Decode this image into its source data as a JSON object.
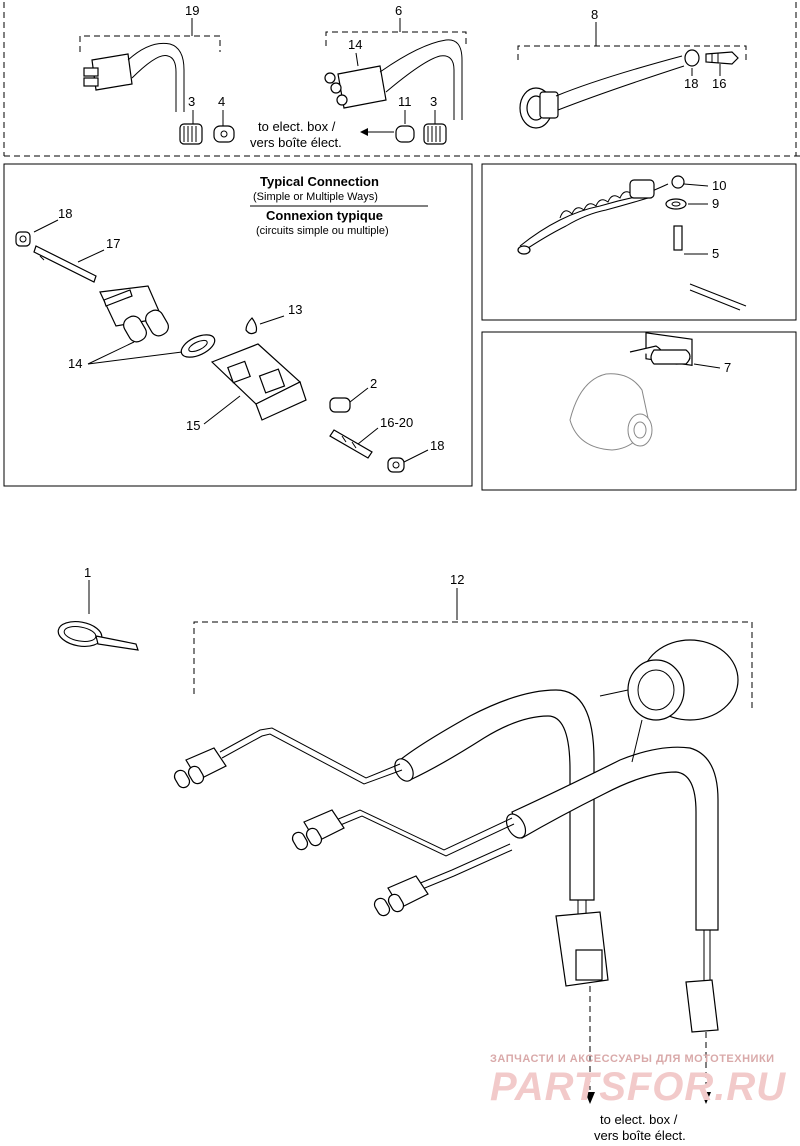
{
  "callouts": {
    "c19": "19",
    "c6": "6",
    "c14a": "14",
    "c8": "8",
    "c3a": "3",
    "c4": "4",
    "c11": "11",
    "c3b": "3",
    "c18a": "18",
    "c16a": "16",
    "c18b": "18",
    "c17": "17",
    "c13": "13",
    "c14b": "14",
    "c2": "2",
    "c15": "15",
    "c1620": "16-20",
    "c18c": "18",
    "c10": "10",
    "c9": "9",
    "c5": "5",
    "c7": "7",
    "c1": "1",
    "c12": "12"
  },
  "top_arrow": {
    "line1": "to elect. box /",
    "line2": "vers boîte élect."
  },
  "typical": {
    "title_en": "Typical Connection",
    "sub_en": "(Simple or Multiple Ways)",
    "title_fr": "Connexion typique",
    "sub_fr": "(circuits simple ou multiple)"
  },
  "bottom_arrow": {
    "line1": "to elect. box /",
    "line2": "vers boîte élect."
  },
  "watermark": {
    "small": "ЗАПЧАСТИ И АКСЕССУАРЫ ДЛЯ МОТОТЕХНИКИ",
    "big": "PARTSFOR.RU"
  }
}
